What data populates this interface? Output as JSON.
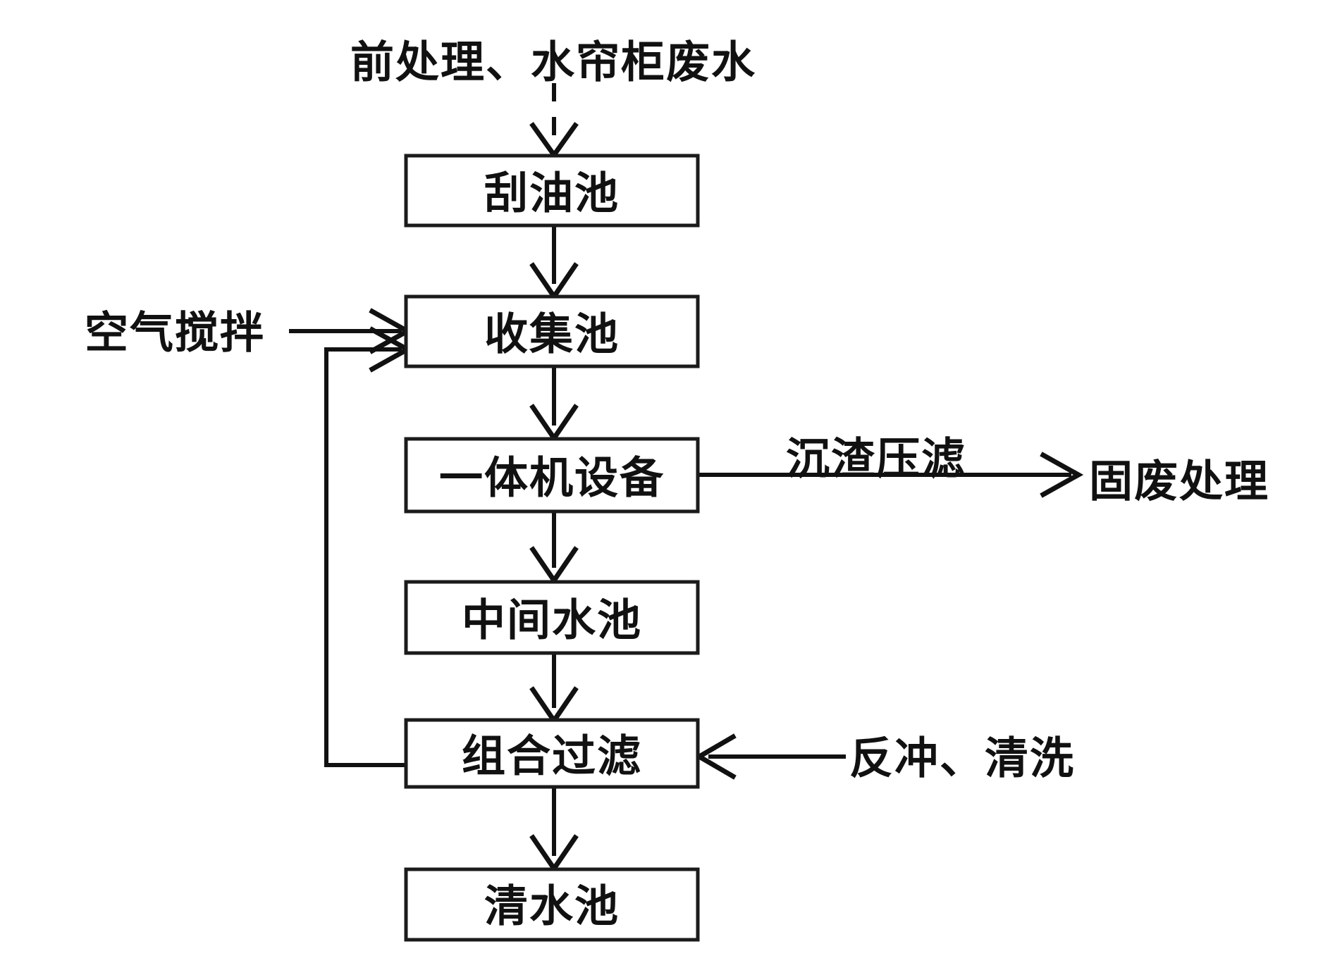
{
  "diagram": {
    "title_text": "前处理、水帘柜废水",
    "colors": {
      "background": "#ffffff",
      "stroke": "#111111",
      "box_fill": "#ffffff",
      "text": "#111111"
    },
    "nodes": [
      {
        "id": "guayouchi",
        "label": "刮油池"
      },
      {
        "id": "shoujichi",
        "label": "收集池"
      },
      {
        "id": "yitijishebei",
        "label": "一体机设备"
      },
      {
        "id": "zhongjianshuichi",
        "label": "中间水池"
      },
      {
        "id": "zuhegulu",
        "label": "组合过滤"
      },
      {
        "id": "qingshuichi",
        "label": "清水池"
      }
    ],
    "free_labels": [
      {
        "id": "inflow",
        "label": "前处理、水帘柜废水"
      },
      {
        "id": "air-agitation",
        "label": "空气搅拌"
      },
      {
        "id": "sludge-press",
        "label": "沉渣压滤"
      },
      {
        "id": "solid-waste",
        "label": "固废处理"
      },
      {
        "id": "backwash",
        "label": "反冲、清洗"
      }
    ],
    "edges": [
      {
        "id": "inflow-to-guayouchi",
        "from": "前处理、水帘柜废水",
        "to": "刮油池",
        "style": "dashed"
      },
      {
        "id": "guayouchi-to-shoujichi",
        "from": "刮油池",
        "to": "收集池",
        "style": "solid"
      },
      {
        "id": "air-to-shoujichi",
        "from": "空气搅拌",
        "to": "收集池",
        "style": "solid"
      },
      {
        "id": "shoujichi-to-yitiji",
        "from": "收集池",
        "to": "一体机设备",
        "style": "solid"
      },
      {
        "id": "yitiji-to-solidwaste",
        "from": "一体机设备",
        "to": "固废处理",
        "label": "沉渣压滤",
        "style": "solid"
      },
      {
        "id": "yitiji-to-zhongjian",
        "from": "一体机设备",
        "to": "中间水池",
        "style": "solid"
      },
      {
        "id": "zhongjian-to-zuhe",
        "from": "中间水池",
        "to": "组合过滤",
        "style": "solid"
      },
      {
        "id": "backwash-to-zuhe",
        "from": "反冲、清洗",
        "to": "组合过滤",
        "style": "solid"
      },
      {
        "id": "zuhe-to-qingshui",
        "from": "组合过滤",
        "to": "清水池",
        "style": "solid"
      },
      {
        "id": "zuhe-recycle-to-shoujichi",
        "from": "组合过滤",
        "to": "收集池",
        "style": "solid"
      }
    ]
  }
}
